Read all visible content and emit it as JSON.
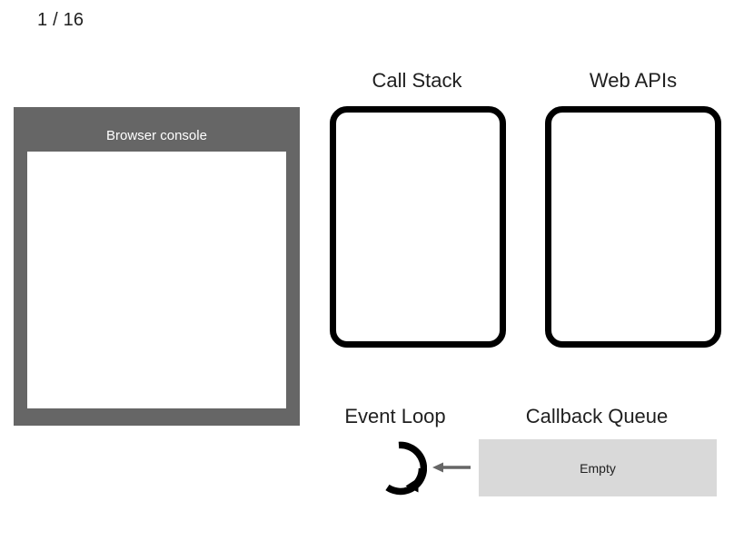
{
  "slide": {
    "counter": "1 / 16"
  },
  "console": {
    "title": "Browser console",
    "screen_content": ""
  },
  "panels": [
    {
      "heading": "Call Stack",
      "content": ""
    },
    {
      "heading": "Web APIs",
      "content": ""
    }
  ],
  "event_loop": {
    "heading": "Event Loop",
    "icon": "circular-loop-arrow-icon"
  },
  "transfer": {
    "icon": "left-arrow-icon"
  },
  "callback_queue": {
    "heading": "Callback Queue",
    "status": "Empty"
  },
  "colors": {
    "console_panel": "#666666",
    "console_screen": "#ffffff",
    "stack_box_border": "#000000",
    "callback_queue_fill": "#d9d9d9",
    "transfer_arrow": "#666666",
    "text": "#1f1f1f",
    "console_title_text": "#ffffff",
    "background": "#ffffff"
  }
}
